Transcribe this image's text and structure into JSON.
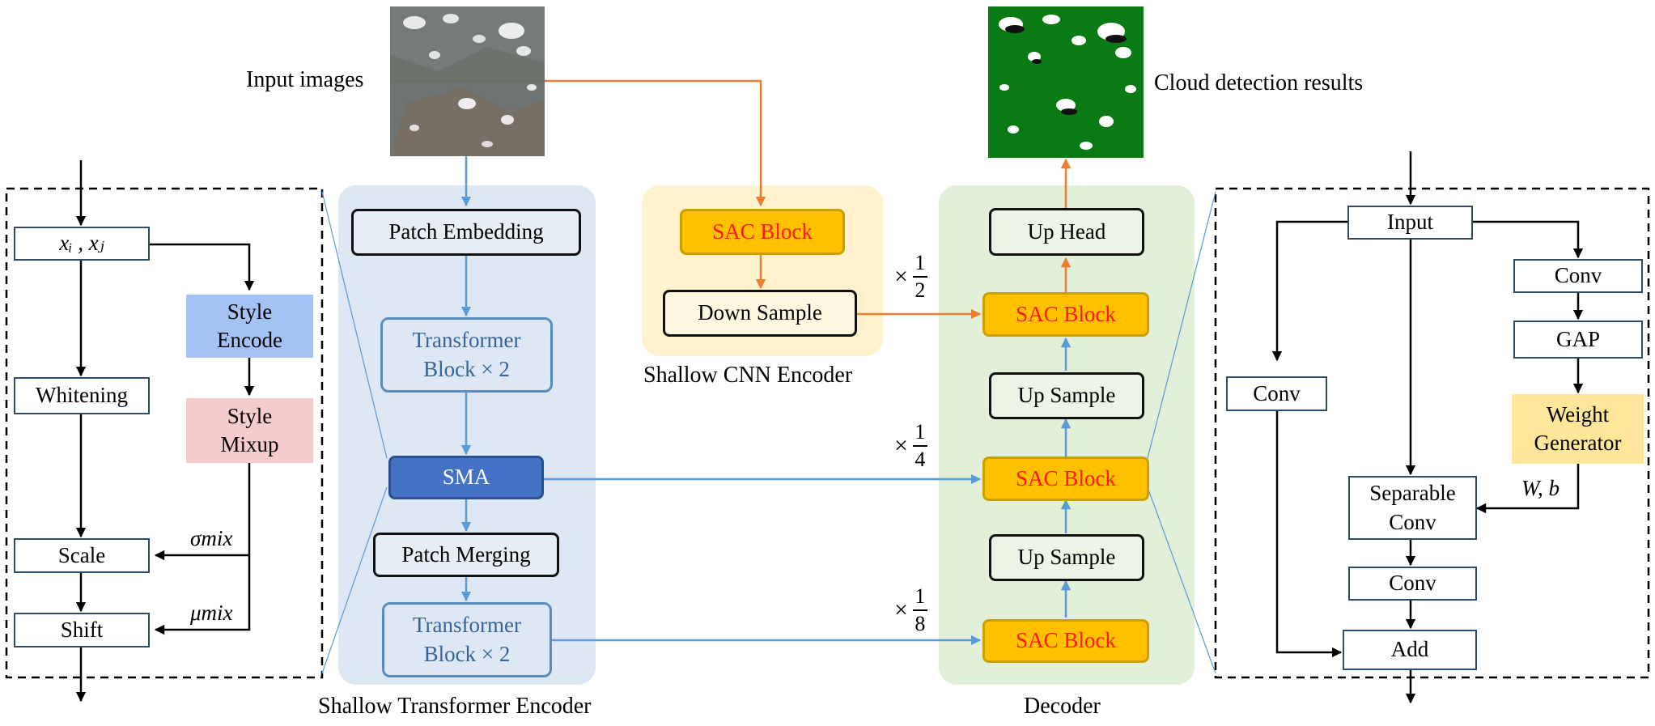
{
  "labels": {
    "input_images": "Input images",
    "cloud_results": "Cloud detection results",
    "shallow_cnn_encoder": "Shallow CNN Encoder",
    "shallow_transformer_encoder": "Shallow Transformer Encoder",
    "decoder": "Decoder"
  },
  "left_panel": {
    "xi_xj": "xᵢ , xⱼ",
    "style_encode": "Style\nEncode",
    "whitening": "Whitening",
    "style_mixup": "Style\nMixup",
    "scale": "Scale",
    "shift": "Shift",
    "sigma_mix": "σmix",
    "mu_mix": "μmix"
  },
  "transformer": {
    "patch_embedding": "Patch Embedding",
    "transformer_block_1": "Transformer\nBlock × 2",
    "sma": "SMA",
    "patch_merging": "Patch Merging",
    "transformer_block_2": "Transformer\nBlock × 2"
  },
  "cnn": {
    "sac_block": "SAC Block",
    "down_sample": "Down Sample"
  },
  "decoder": {
    "up_head": "Up Head",
    "sac_block_1": "SAC Block",
    "up_sample_1": "Up Sample",
    "sac_block_2": "SAC Block",
    "up_sample_2": "Up Sample",
    "sac_block_3": "SAC Block"
  },
  "scales": {
    "s1": {
      "times": "×",
      "num": "1",
      "den": "2"
    },
    "s2": {
      "times": "×",
      "num": "1",
      "den": "4"
    },
    "s3": {
      "times": "×",
      "num": "1",
      "den": "8"
    }
  },
  "right_panel": {
    "input": "Input",
    "conv_top": "Conv",
    "gap": "GAP",
    "weight_generator": "Weight\nGenerator",
    "conv_left": "Conv",
    "separable_conv": "Separable\nConv",
    "wb": "W, b",
    "conv_bottom": "Conv",
    "add": "Add"
  },
  "colors": {
    "blue_arrow": "#5b9bd5",
    "orange_arrow": "#ed7d31",
    "sac_fill": "#ffc000",
    "sac_text": "#ff1a1a",
    "sma_fill": "#4472c4",
    "style_encode_fill": "#a4c2f4",
    "style_mixup_fill": "#f4cccc",
    "weight_gen_fill": "#ffe699",
    "transformer_panel": "#dde8f4",
    "cnn_panel": "#fff2cc",
    "decoder_panel": "#e2efd9",
    "cloud_green": "#0a7a14"
  }
}
